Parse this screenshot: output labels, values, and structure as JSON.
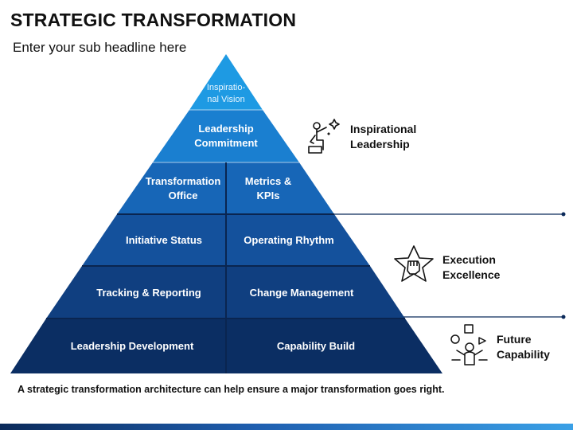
{
  "header": {
    "title": "STRATEGIC TRANSFORMATION",
    "subtitle": "Enter your sub headline here"
  },
  "pyramid": {
    "apex": "Inspiratio-\nnal Vision",
    "commitment": "Leadership\nCommitment",
    "rows": [
      {
        "left": "Transformation\nOffice",
        "right": "Metrics &\nKPIs"
      },
      {
        "left": "Initiative Status",
        "right": "Operating Rhythm"
      },
      {
        "left": "Tracking & Reporting",
        "right": "Change Management"
      },
      {
        "left": "Leadership Development",
        "right": "Capability Build"
      }
    ]
  },
  "side": {
    "inspirational": "Inspirational\nLeadership",
    "execution": "Execution\nExcellence",
    "future": "Future\nCapability"
  },
  "footer": "A strategic transformation architecture can help ensure a major transformation goes right.",
  "colors": {
    "apex": "#1e9ae3",
    "tier2": "#1a7fd0",
    "tier3": "#1766b7",
    "tier4": "#14519c",
    "tier5": "#103f80",
    "tier6": "#0b2e63",
    "bar": "#0b2a5a"
  }
}
